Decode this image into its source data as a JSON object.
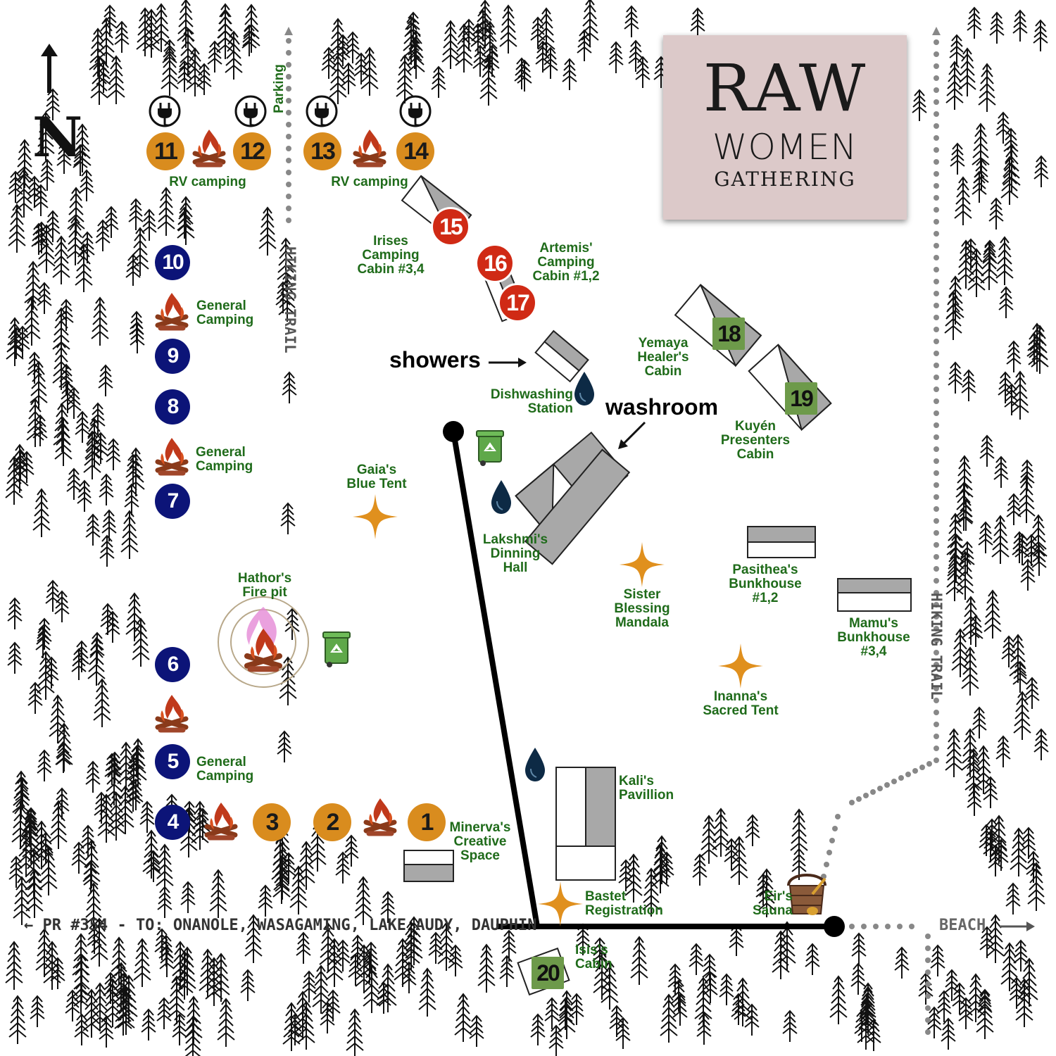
{
  "logo": {
    "line1": "RAW",
    "line2": "WOMEN",
    "line3": "GATHERING"
  },
  "compass": {
    "north": "N"
  },
  "roads": {
    "highway": "← PR #354 - TO: ONANOLE, WASAGAMING, LAKE AUDY, DAUPHIN",
    "beach": "BEACH",
    "parking": "Parking",
    "hiking_trail_1": "HIKING TRAIL",
    "hiking_trail_2": "HIKING TRAIL"
  },
  "sites": {
    "blue": [
      "10",
      "9",
      "8",
      "7",
      "6",
      "5",
      "4"
    ],
    "orange": [
      "11",
      "12",
      "13",
      "14",
      "3",
      "2",
      "1"
    ],
    "red": [
      "15",
      "16",
      "17"
    ],
    "green": [
      "18",
      "19",
      "20"
    ]
  },
  "labels": {
    "rv_camping_1": "RV camping",
    "rv_camping_2": "RV camping",
    "general_camping_1": "General\nCamping",
    "general_camping_2": "General\nCamping",
    "general_camping_3": "General\nCamping",
    "irises": "Irises\nCamping\nCabin #3,4",
    "artemis": "Artemis'\nCamping\nCabin #1,2",
    "showers": "showers",
    "washroom": "washroom",
    "dishwashing": "Dishwashing\nStation",
    "yemaya": "Yemaya\nHealer's\nCabin",
    "kuyen": "Kuyén\nPresenters\nCabin",
    "gaia": "Gaia's\nBlue Tent",
    "lakshmi": "Lakshmi's\nDinning\nHall",
    "hathor": "Hathor's\nFire pit",
    "sister": "Sister\nBlessing\nMandala",
    "pasithea": "Pasithea's\nBunkhouse\n#1,2",
    "mamu": "Mamu's\nBunkhouse\n#3,4",
    "inanna": "Inanna's\nSacred Tent",
    "kali": "Kali's\nPavillion",
    "minerva": "Minerva's\nCreative\nSpace",
    "bastet": "Bastet\nRegistration",
    "eir": "Eir's\nSauna",
    "isis": "Isis's\nCabin"
  },
  "colors": {
    "label_green": "#1f6b1a",
    "site_blue": "#0c1478",
    "site_orange": "#d98c1e",
    "site_red": "#d02a15",
    "site_green": "#6d9a4a",
    "building_gray": "#a8a8a8",
    "star_orange": "#e0901e",
    "logo_bg": "#dcc9c9"
  }
}
